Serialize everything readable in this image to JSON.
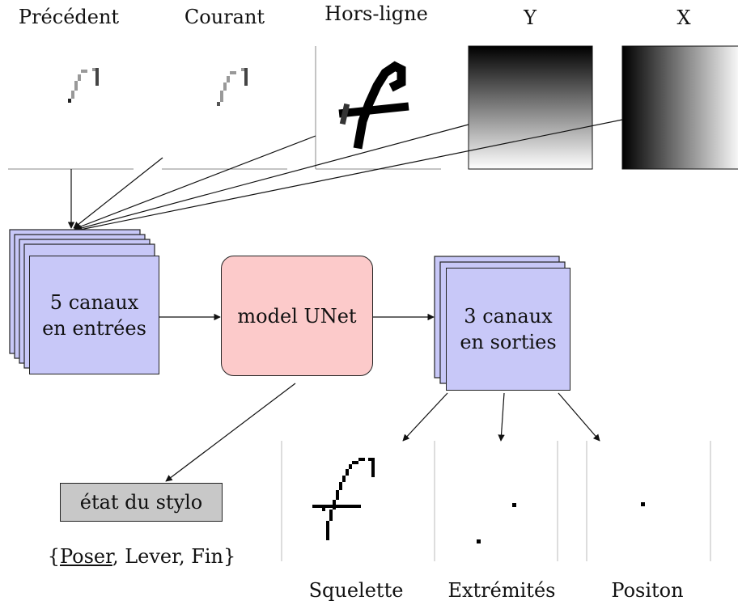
{
  "inputs": {
    "prev_label": "Précédent",
    "current_label": "Courant",
    "offline_label": "Hors-ligne",
    "y_label": "Y",
    "x_label": "X"
  },
  "input_stack": {
    "line1": "5 canaux",
    "line2": "en entrées"
  },
  "model": {
    "label": "model UNet"
  },
  "output_stack": {
    "line1": "3 canaux",
    "line2": "en sorties"
  },
  "pen_state": {
    "label": "état du stylo",
    "options_open": "{",
    "option_selected": "Poser",
    "options_rest": ", Lever, Fin}"
  },
  "outputs": {
    "skeleton_label": "Squelette",
    "endpoints_label": "Extrémités",
    "position_label": "Positon"
  },
  "colors": {
    "stack_fill": "#c8c8f8",
    "model_fill": "#fccaca",
    "state_fill": "#c8c8c8"
  }
}
